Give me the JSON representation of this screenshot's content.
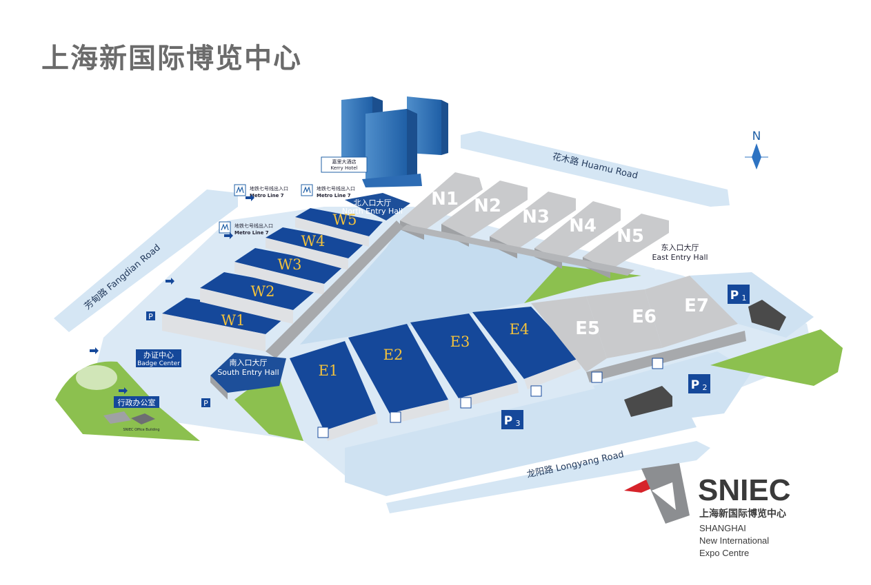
{
  "title": "上海新国际博览中心",
  "compass": "N",
  "roads": {
    "huamu": "花木路  Huamu Road",
    "fangdian": "芳甸路  Fangdian Road",
    "longyang": "龙阳路  Longyang Road"
  },
  "halls": {
    "west": [
      "W1",
      "W2",
      "W3",
      "W4",
      "W5"
    ],
    "north": [
      "N1",
      "N2",
      "N3",
      "N4",
      "N5"
    ],
    "east_blue": [
      "E1",
      "E2",
      "E3",
      "E4"
    ],
    "east_grey": [
      "E5",
      "E6",
      "E7"
    ]
  },
  "entries": {
    "north_cn": "北入口大厅",
    "north_en": "North Entry Hall",
    "east_cn": "东入口大厅",
    "east_en": "East Entry Hall",
    "south_cn": "南入口大厅",
    "south_en": "South Entry Hall"
  },
  "metro": [
    {
      "cn": "地铁七号线出入口",
      "en": "Metro Line 7"
    },
    {
      "cn": "地铁七号线出入口",
      "en": "Metro Line 7"
    },
    {
      "cn": "地铁七号线出入口",
      "en": "Metro Line 7"
    }
  ],
  "hotel": {
    "cn": "嘉里大酒店",
    "en": "Kerry Hotel"
  },
  "badge_center": {
    "cn": "办证中心",
    "en": "Badge Center"
  },
  "office": {
    "cn": "行政办公室",
    "en": "SNIEC Office Building"
  },
  "parking": {
    "p": "P",
    "p1": "P",
    "p1_sub": "1",
    "p2": "P",
    "p2_sub": "2",
    "p3": "P",
    "p3_sub": "3"
  },
  "logo": {
    "name": "SNIEC",
    "cn": "上海新国际博览中心",
    "line1": "SHANGHAI",
    "line2": "New International",
    "line3": "Expo Centre"
  },
  "colors": {
    "hall_blue": "#15489a",
    "hall_grey": "#c9cacc",
    "plaza": "#c5dcef",
    "road": "#d5e6f4",
    "green": "#8cc04f",
    "label_gold": "#f3c23c",
    "logo_red": "#d6232a"
  }
}
